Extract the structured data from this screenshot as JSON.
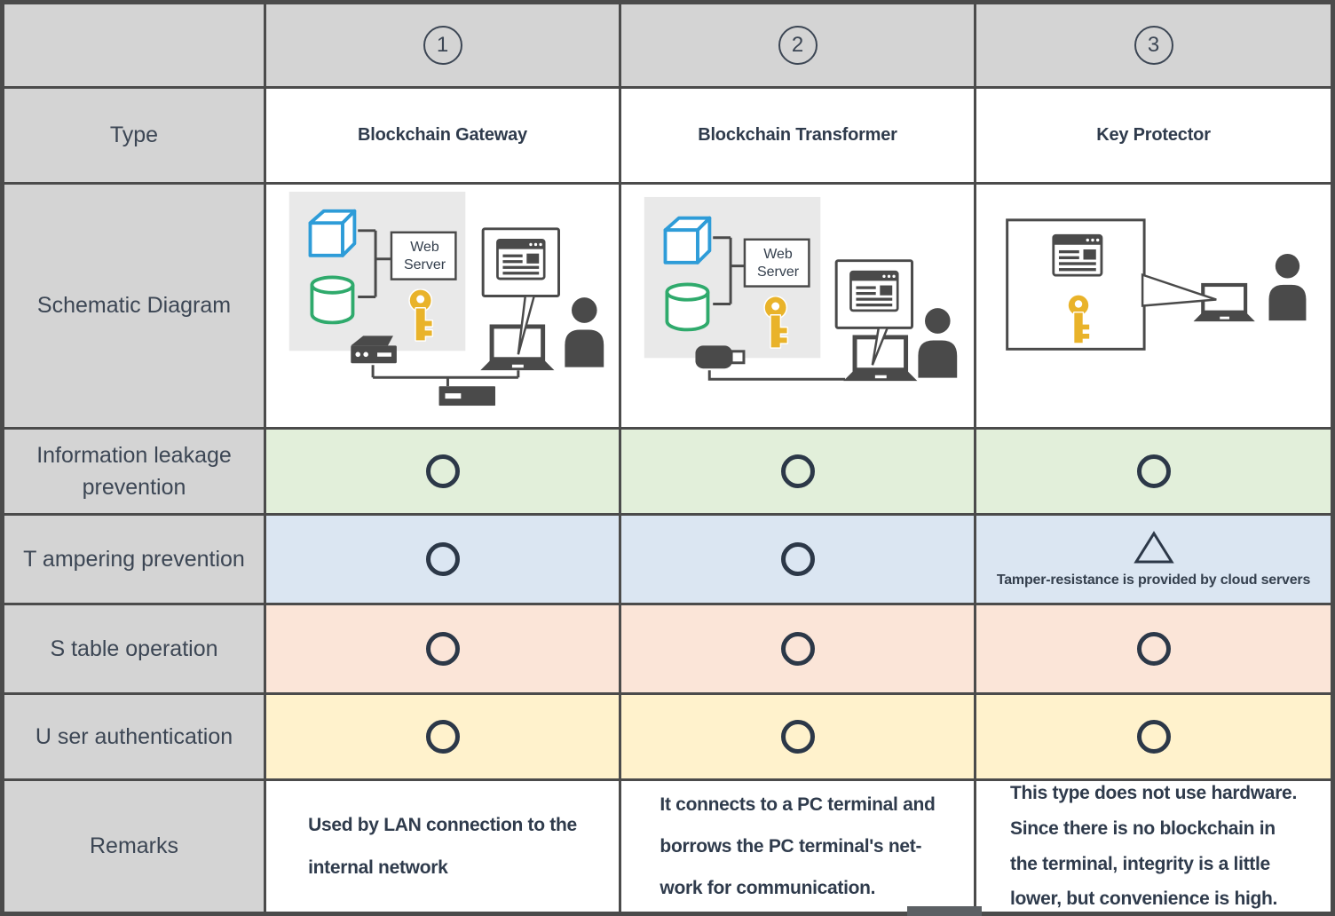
{
  "header": {
    "cells": [
      "1",
      "2",
      "3"
    ]
  },
  "type_row": {
    "label": "Type",
    "values": [
      "Blockchain Gateway",
      "Blockchain Transformer",
      "Key Protector"
    ]
  },
  "schematic_row": {
    "label": "Schematic Diagram",
    "web_server_label": "Web\nServer",
    "icons": {
      "blockchain": "blue-cube",
      "database": "green-cylinder",
      "encryption_key": "gold-key",
      "gateway_device": "network-appliance",
      "usb_dongle": "usb-stick",
      "network_hub": "switch-box",
      "browser_window": "webpage-bubble",
      "pc_terminal": "laptop",
      "user": "person-silhouette"
    }
  },
  "criteria_rows": [
    {
      "label": "Information leakage prevention",
      "marks": [
        "circle",
        "circle",
        "circle"
      ],
      "note": ""
    },
    {
      "label": "T ampering prevention",
      "marks": [
        "circle",
        "circle",
        "triangle"
      ],
      "note": "Tamper-resistance is provided by cloud servers"
    },
    {
      "label": "S table operation",
      "marks": [
        "circle",
        "circle",
        "circle"
      ],
      "note": ""
    },
    {
      "label": "U ser authentication",
      "marks": [
        "circle",
        "circle",
        "circle"
      ],
      "note": ""
    }
  ],
  "remarks_row": {
    "label": "Remarks",
    "values": [
      "Used by LAN connection to the\ninternal network",
      "It connects to a PC terminal and\nborrows the PC terminal's net-\nwork for communication.",
      "This type does not use hardware.\nSince there is no blockchain in\nthe terminal, integrity is a little\nlower, but convenience is high."
    ]
  },
  "colors": {
    "row_green": "#e2efda",
    "row_blue": "#dbe6f2",
    "row_orange": "#fbe5d8",
    "row_yellow": "#fff2cc",
    "header_gray": "#d4d4d4",
    "border": "#4b4b4b",
    "text": "#35404e",
    "mark": "#2c3848",
    "cube_blue": "#2e9cd8",
    "db_green": "#2faa6c",
    "key_gold": "#e9b32a",
    "icon_dark": "#4a4a4a",
    "diagram_gray": "#e9e9e9"
  }
}
